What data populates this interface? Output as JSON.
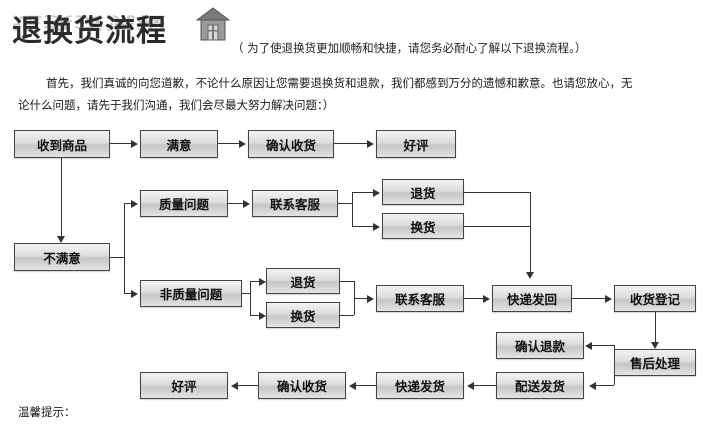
{
  "header": {
    "title": "退换货流程",
    "icon": "house-icon",
    "subtitle": "（ 为了使退换货更加顺畅和快捷，请您务必耐心了解以下退换流程。）"
  },
  "intro": {
    "line1": "首先，我们真诚的向您道歉，不论什么原因让您需要退换货和退款，我们都感到万分的遗憾和歉意。也请您放心，无",
    "line2": "论什么问题，请先于我们沟通，我们会尽最大努力解决问题：）"
  },
  "nodes": {
    "received": "收到商品",
    "satisfied": "满意",
    "confirm_receipt_1": "确认收货",
    "good_review_1": "好评",
    "unsatisfied": "不满意",
    "quality_issue": "质量问题",
    "contact_service_1": "联系客服",
    "return_1": "退货",
    "exchange_1": "换货",
    "non_quality_issue": "非质量问题",
    "return_2": "退货",
    "exchange_2": "换货",
    "contact_service_2": "联系客服",
    "express_back": "快递发回",
    "receipt_register": "收货登记",
    "confirm_refund": "确认退款",
    "after_sale": "售后处理",
    "dispatch_goods": "配送发货",
    "express_send": "快递发货",
    "confirm_receipt_2": "确认收货",
    "good_review_2": "好评"
  },
  "footer": {
    "tip": "温馨提示："
  },
  "colors": {
    "box_border": "#444444",
    "box_fill_top": "#f3f3f3",
    "box_fill_mid": "#c6c6c6",
    "line": "#333333",
    "text": "#111111"
  }
}
